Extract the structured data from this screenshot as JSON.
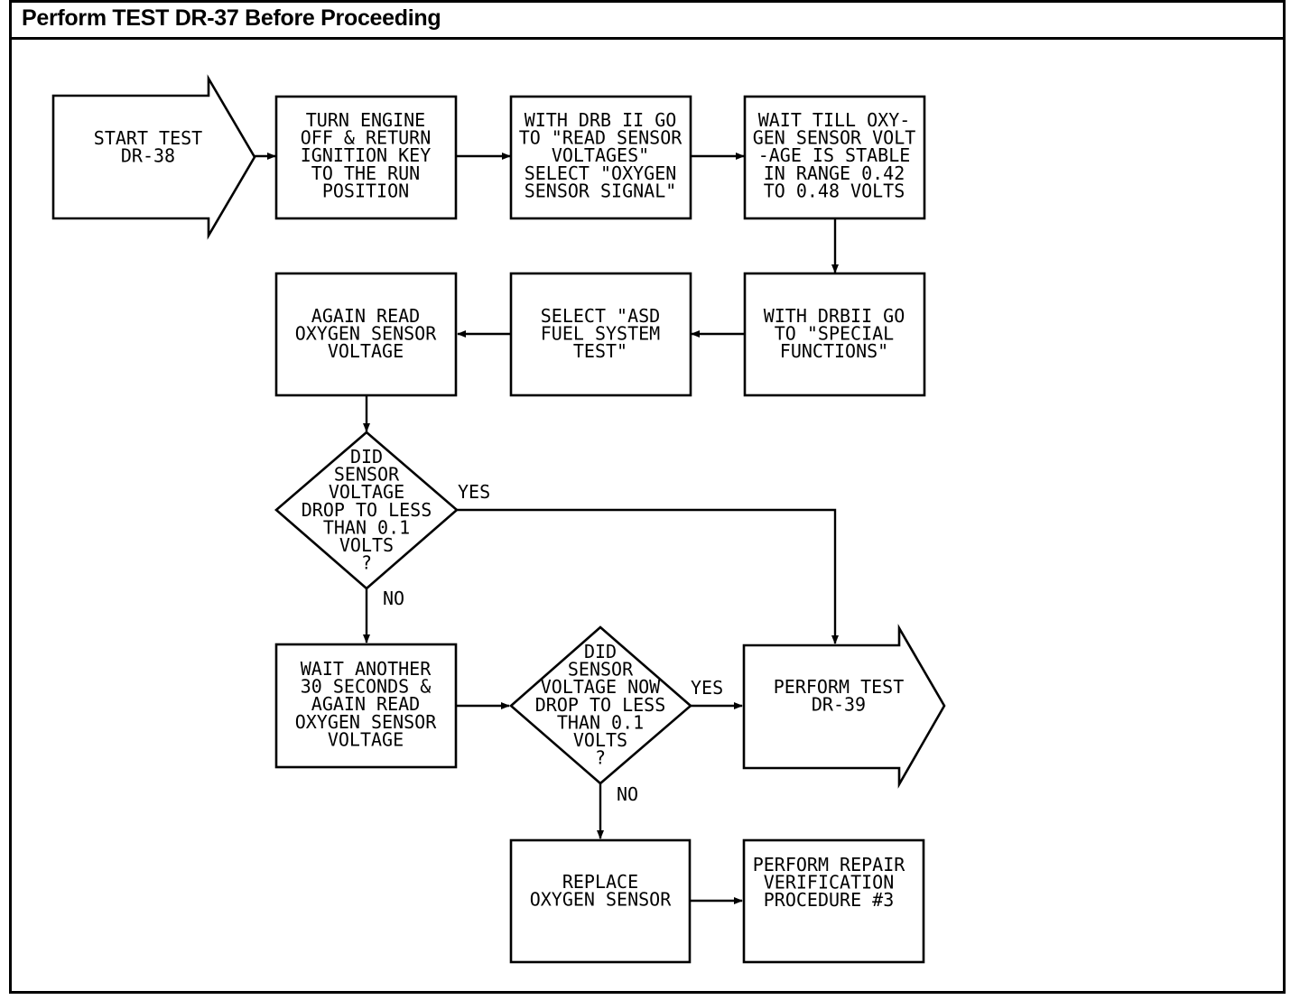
{
  "title": "Perform TEST DR-37 Before Proceeding",
  "nodes": {
    "start": [
      "START TEST",
      "DR-38"
    ],
    "turn_engine": [
      "TURN ENGINE",
      "OFF & RETURN",
      "IGNITION KEY",
      "TO THE RUN",
      "POSITION"
    ],
    "drb_read": [
      "WITH DRB II GO",
      "TO \"READ SENSOR",
      "VOLTAGES\"",
      "SELECT \"OXYGEN",
      "SENSOR SIGNAL\""
    ],
    "wait_stable": [
      "WAIT TILL OXY-",
      "GEN SENSOR VOLT",
      "-AGE IS STABLE",
      "IN RANGE 0.42",
      "TO 0.48 VOLTS"
    ],
    "special_functions": [
      "WITH DRBII GO",
      "TO \"SPECIAL",
      "FUNCTIONS\""
    ],
    "asd_test": [
      "SELECT \"ASD",
      "FUEL SYSTEM",
      "TEST\""
    ],
    "again_read": [
      "AGAIN READ",
      "OXYGEN SENSOR",
      "VOLTAGE"
    ],
    "decision_1": [
      "DID",
      "SENSOR",
      "VOLTAGE",
      "DROP TO LESS",
      "THAN 0.1",
      "VOLTS",
      "?"
    ],
    "wait_another": [
      "WAIT ANOTHER",
      "30 SECONDS &",
      "AGAIN READ",
      "OXYGEN SENSOR",
      "VOLTAGE"
    ],
    "decision_2": [
      "DID",
      "SENSOR",
      "VOLTAGE NOW",
      "DROP TO LESS",
      "THAN 0.1",
      "VOLTS",
      "?"
    ],
    "perform_dr39": [
      "PERFORM TEST",
      "DR-39"
    ],
    "replace_sensor": [
      "REPLACE",
      "OXYGEN SENSOR"
    ],
    "repair_verification": [
      "PERFORM REPAIR",
      "VERIFICATION",
      "PROCEDURE #3"
    ]
  },
  "labels": {
    "d1_yes": "YES",
    "d1_no": "NO",
    "d2_yes": "YES",
    "d2_no": "NO"
  }
}
